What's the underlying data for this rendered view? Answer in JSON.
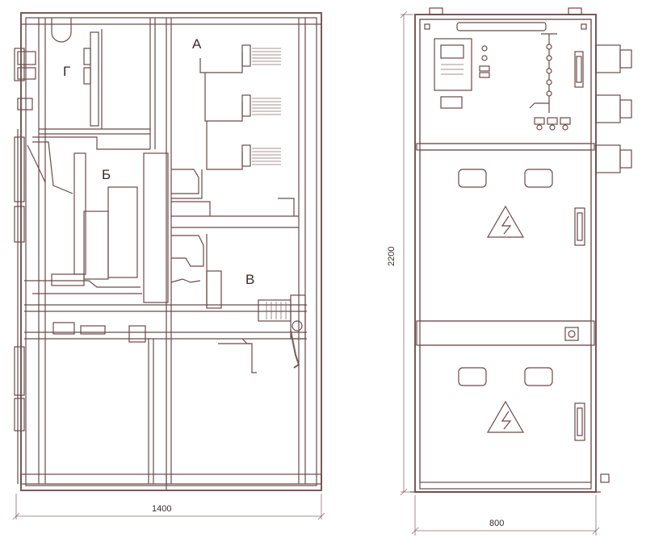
{
  "side_view": {
    "compartment_labels": {
      "a": "А",
      "b": "Б",
      "v": "В",
      "g": "Г"
    },
    "width_dimension": "1400"
  },
  "front_view": {
    "height_dimension": "2200",
    "width_dimension": "800"
  }
}
